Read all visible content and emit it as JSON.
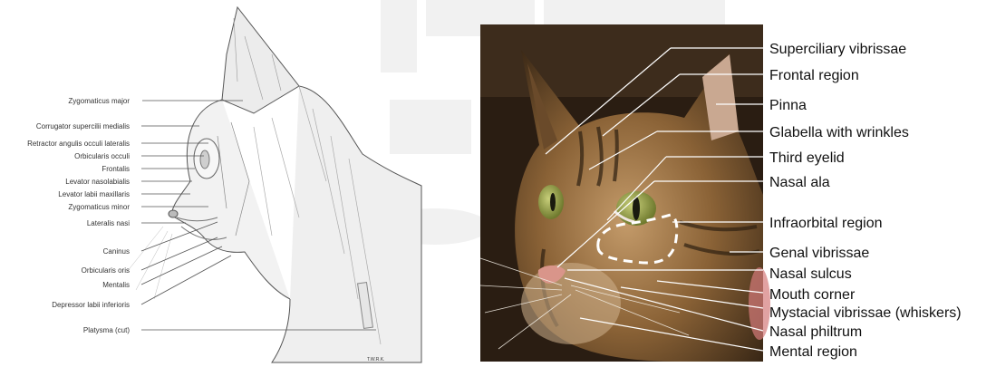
{
  "left_diagram": {
    "labels": [
      "Zygomaticus major",
      "Corrugator supercilii medialis",
      "Retractor angulis occuli lateralis",
      "Orbicularis occuli",
      "Frontalis",
      "Levator nasolabialis",
      "Levator labii maxillaris",
      "Zygomaticus minor",
      "Lateralis nasi",
      "Caninus",
      "Orbicularis oris",
      "Mentalis",
      "Depressor labii inferioris",
      "Platysma (cut)"
    ],
    "signature": "T.W.R.K."
  },
  "right_diagram": {
    "labels": [
      "Superciliary vibrissae",
      "Frontal region",
      "Pinna",
      "Glabella with wrinkles",
      "Third eyelid",
      "Nasal ala",
      "Infraorbital region",
      "Genal vibrissae",
      "Nasal sulcus",
      "Mouth corner",
      "Mystacial vibrissae (whiskers)",
      "Nasal philtrum",
      "Mental region"
    ]
  },
  "colors": {
    "photo_dark": "#2a1d12",
    "fur_brown": "#8a6236",
    "fur_light": "#c9a57a",
    "eye_green": "#9aa648",
    "nose_pink": "#d9958a",
    "label_line": "#ffffff",
    "sketch_line": "#555555"
  }
}
